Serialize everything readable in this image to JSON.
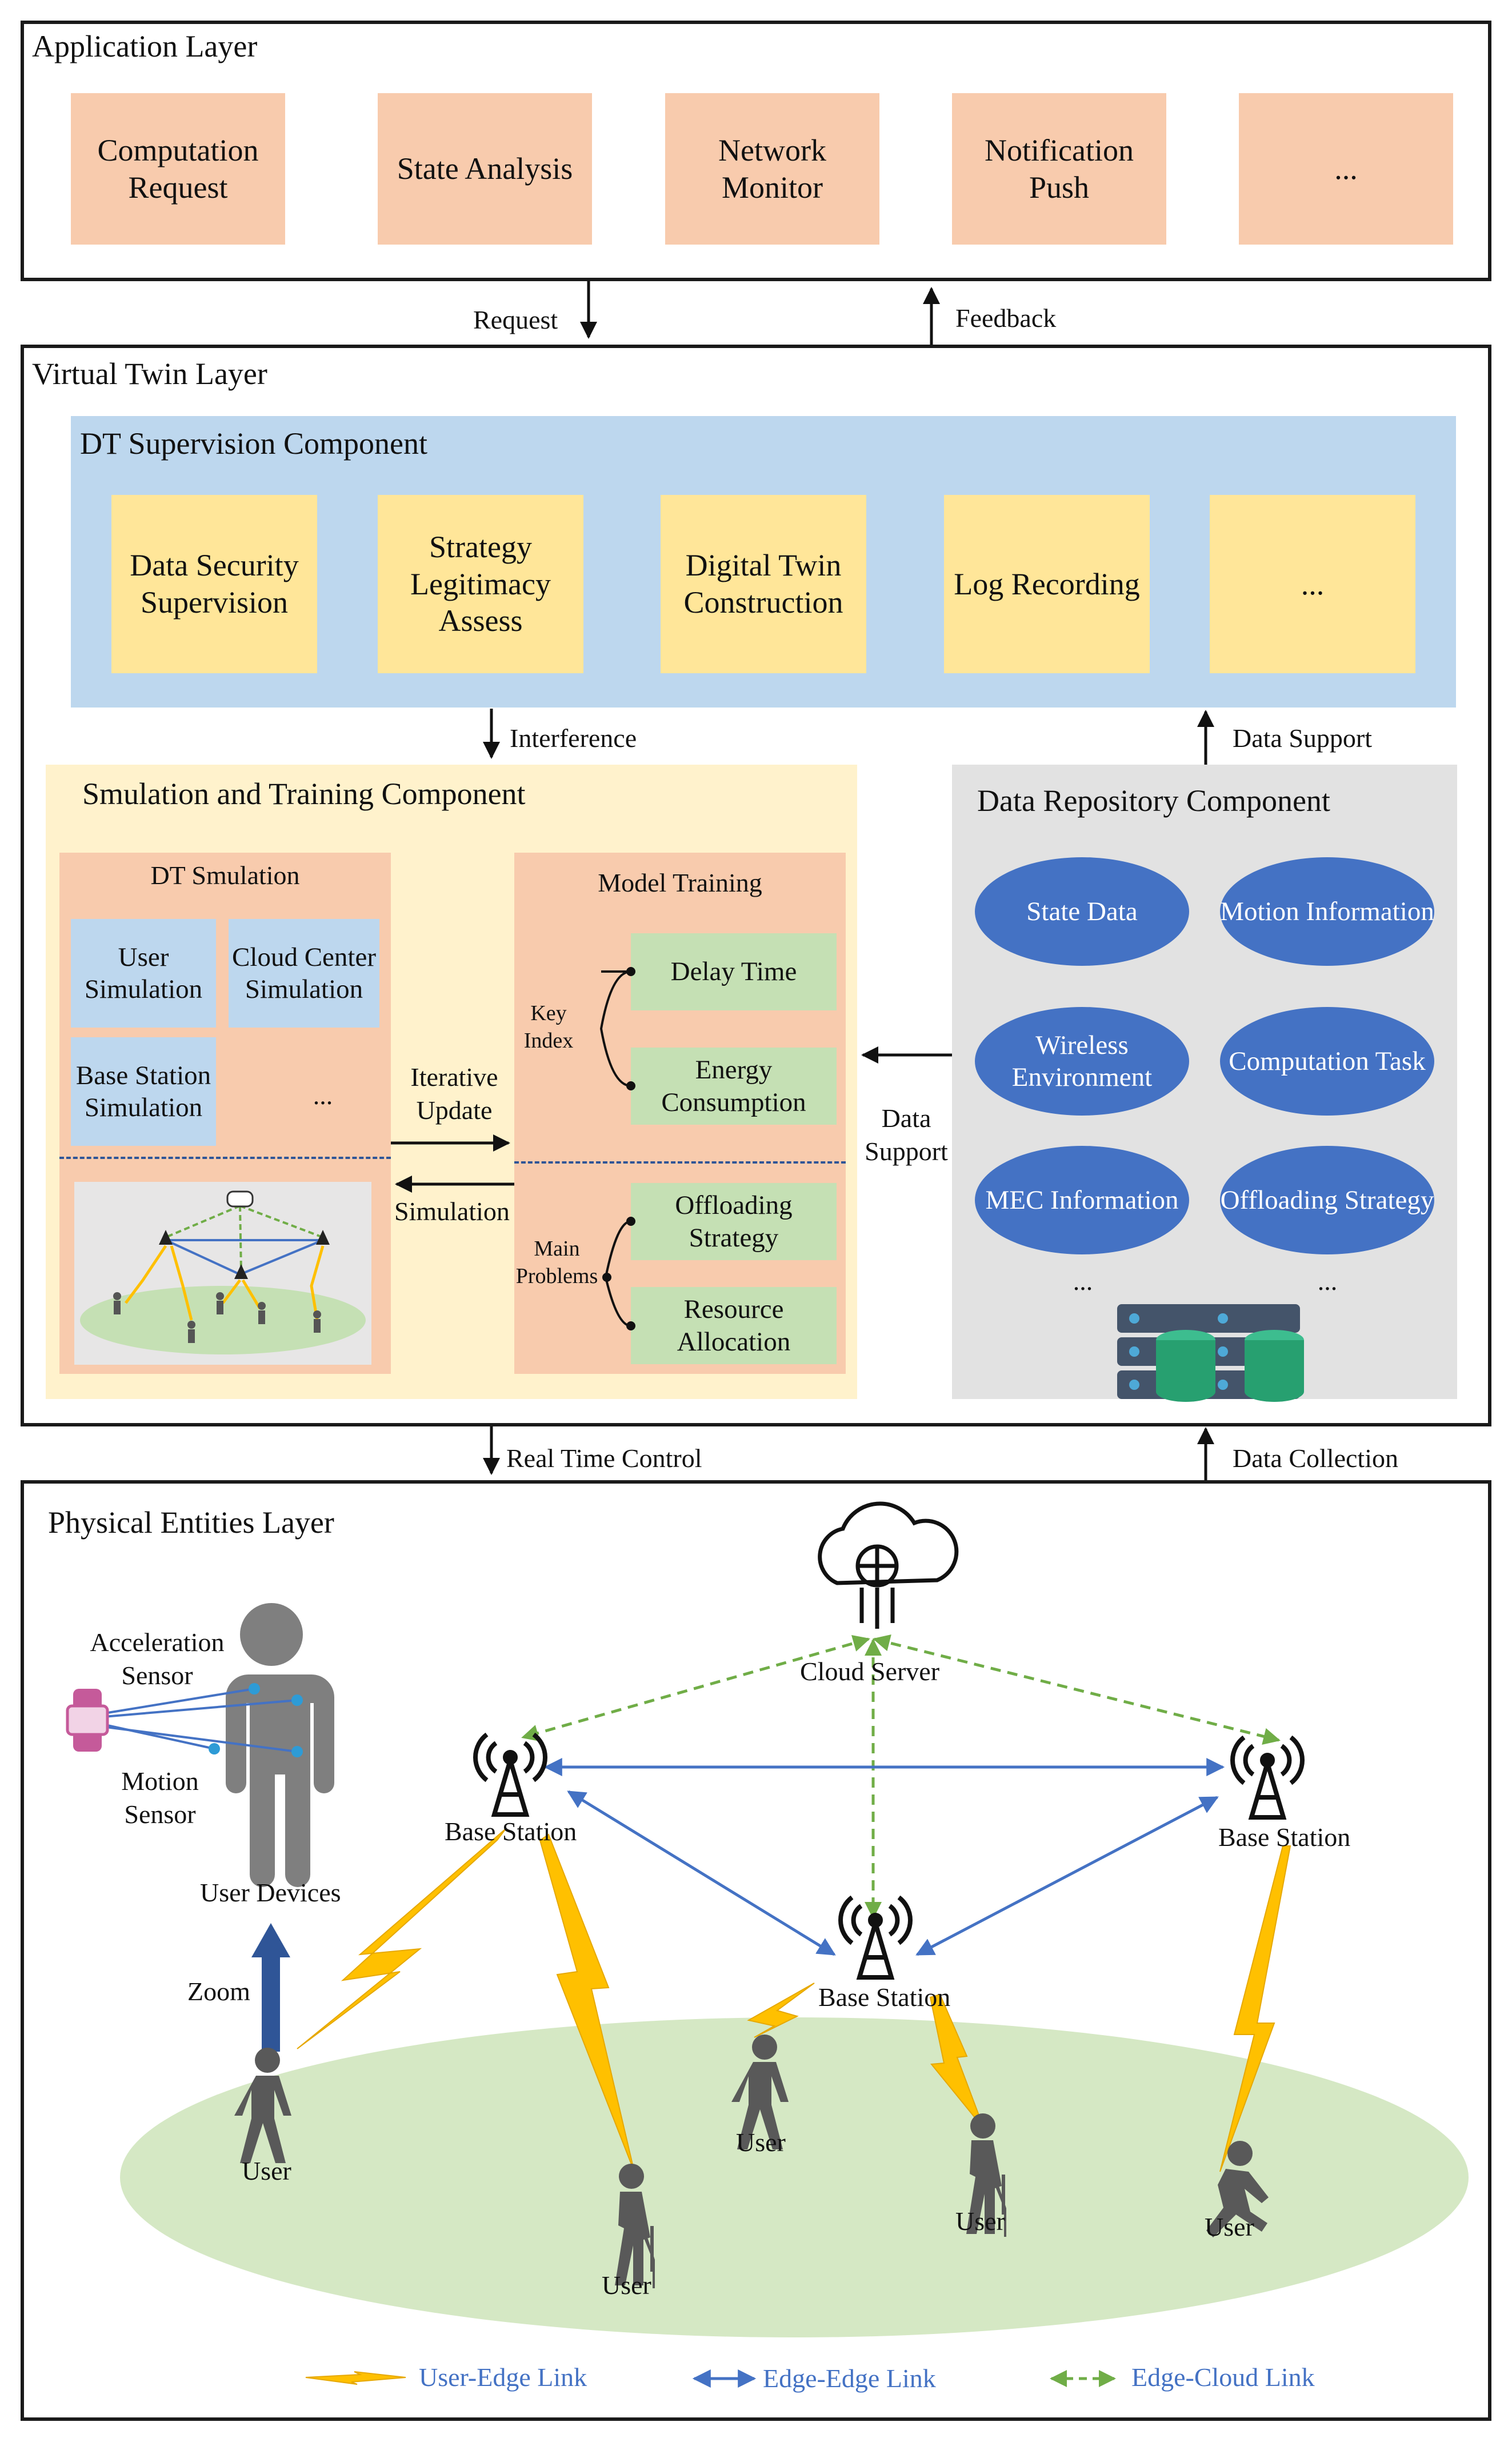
{
  "application_layer": {
    "title": "Application Layer",
    "boxes": [
      "Computation Request",
      "State Analysis",
      "Network Monitor",
      "Notification Push",
      "..."
    ]
  },
  "arrows_top": {
    "request": "Request",
    "feedback": "Feedback"
  },
  "virtual_twin_layer": {
    "title": "Virtual Twin Layer",
    "supervision": {
      "title": "DT Supervision Component",
      "boxes": [
        "Data Security Supervision",
        "Strategy Legitimacy Assess",
        "Digital Twin Construction",
        "Log Recording",
        "..."
      ]
    },
    "interference": "Interference",
    "data_support_up": "Data Support",
    "simulation_training": {
      "title": "Smulation and Training Component",
      "dt_simulation": {
        "title": "DT Smulation",
        "boxes": [
          "User Simulation",
          "Cloud Center Simulation",
          "Base Station Simulation",
          "..."
        ]
      },
      "iterative_update": "Iterative Update",
      "simulation": "Simulation",
      "model_training": {
        "title": "Model Training",
        "key_index": "Key Index",
        "main_problems": "Main Problems",
        "boxes": [
          "Delay Time",
          "Energy Consumption",
          "Offloading Strategy",
          "Resource Allocation"
        ]
      }
    },
    "data_support_left": "Data Support",
    "repository": {
      "title": "Data Repository Component",
      "items": [
        "State Data",
        "Motion Information",
        "Wireless Environment",
        "Computation Task",
        "MEC Information",
        "Offloading Strategy"
      ],
      "ellipsis_left": "...",
      "ellipsis_right": "..."
    }
  },
  "arrows_bottom": {
    "control": "Real Time Control",
    "collection": "Data Collection"
  },
  "physical_layer": {
    "title": "Physical Entities Layer",
    "acceleration_sensor": "Acceleration Sensor",
    "motion_sensor": "Motion Sensor",
    "user_devices": "User Devices",
    "zoom": "Zoom",
    "cloud_server": "Cloud Server",
    "base_station": "Base Station",
    "user": "User"
  },
  "legend": {
    "user_edge": "User-Edge Link",
    "edge_edge": "Edge-Edge Link",
    "edge_cloud": "Edge-Cloud Link"
  },
  "colors": {
    "orange_box": "#f8cbad",
    "yellow_box": "#ffe699",
    "light_blue": "#bdd7ee",
    "green_box": "#c5e0b4",
    "ellipse_blue": "#4472c4",
    "lightning": "#ffc000",
    "edge_link": "#4472c4",
    "cloud_link": "#70ad47",
    "ground": "#d5e8c4"
  }
}
